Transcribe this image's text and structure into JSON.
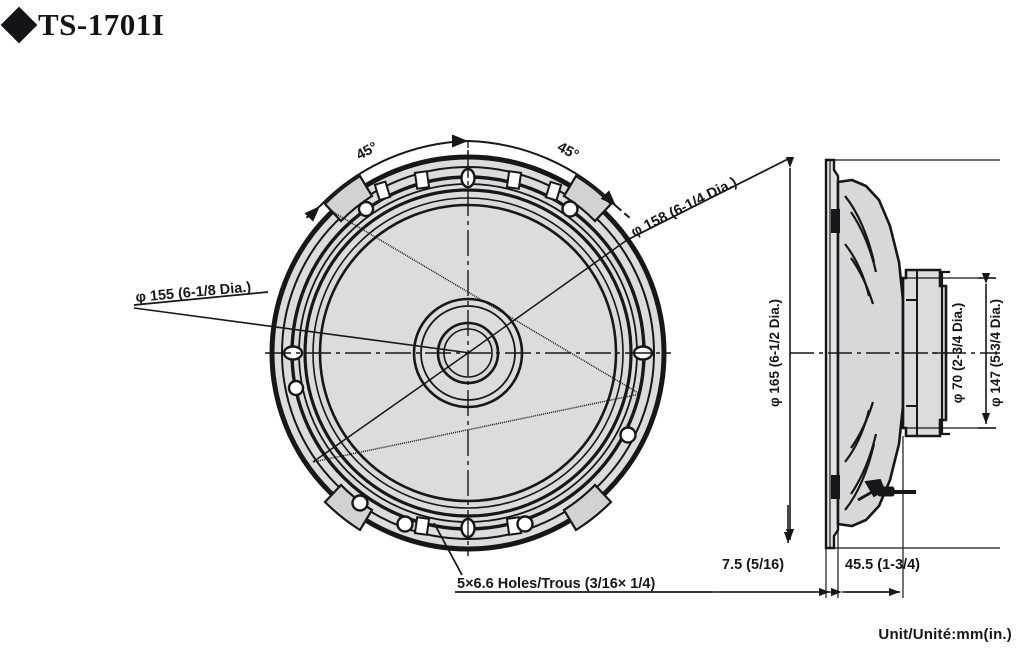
{
  "header": {
    "bullet_icon": "diamond-bullet-icon",
    "model": "TS-1701I"
  },
  "front_view": {
    "name": "speaker-front-view",
    "angle_left": "45°",
    "angle_right": "45°",
    "dim_outer_left": "φ 155 (6-1/8 Dia.)",
    "dim_outer_right": "φ 158 (6-1/4 Dia.)",
    "holes_note": "5×6.6 Holes/Trous (3/16× 1/4)"
  },
  "side_view": {
    "name": "speaker-side-view",
    "dim_flange_dia": "φ 165 (6-1/2 Dia.)",
    "dim_magnet_dia": "φ 70 (2-3/4 Dia.)",
    "dim_cone_dia": "φ 147 (5-3/4 Dia.)",
    "dim_depth_front": "7.5 (5/16)",
    "dim_depth_body": "45.5 (1-3/4)"
  },
  "footer": {
    "unit_note": "Unit/Unité:mm(in.)"
  },
  "colors": {
    "line": "#17171a",
    "fill_gray": "#dcdcdc",
    "fill_gray_dark": "#c9c9c9",
    "background": "#ffffff"
  }
}
